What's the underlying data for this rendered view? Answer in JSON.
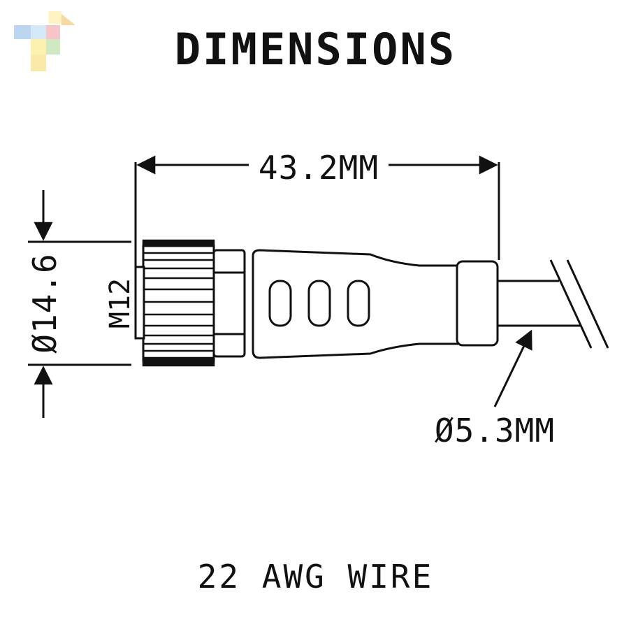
{
  "title": "DIMENSIONS",
  "footer": "22 AWG WIRE",
  "dimensions": {
    "length": "43.2MM",
    "nut_diameter": "Ø14.6",
    "thread": "M12",
    "cable_diameter": "Ø5.3MM"
  },
  "colors": {
    "line": "#111111",
    "background": "#ffffff"
  }
}
